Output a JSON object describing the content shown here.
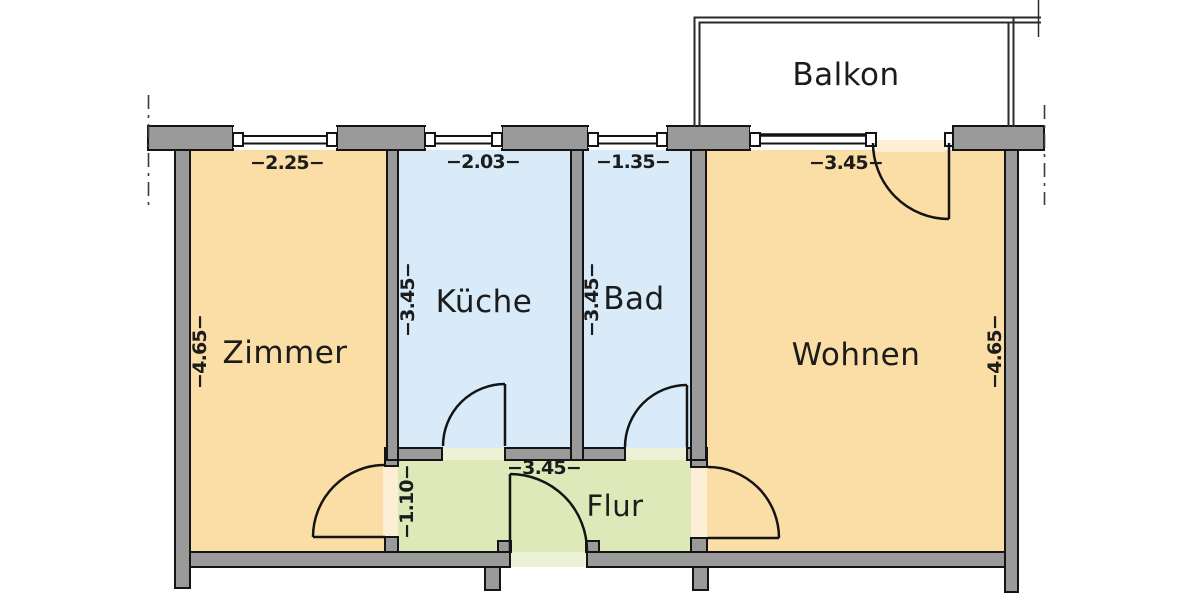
{
  "plan": {
    "type": "apartment-floorplan",
    "rooms": {
      "zimmer": {
        "label": "Zimmer",
        "width_dim": "−2.25−",
        "height_dim": "−4.65−"
      },
      "kueche": {
        "label": "Küche",
        "width_dim": "−2.03−",
        "height_dim": "−3.45−"
      },
      "bad": {
        "label": "Bad",
        "width_dim": "−1.35−",
        "height_dim": "−3.45−"
      },
      "wohnen": {
        "label": "Wohnen",
        "width_dim": "−3.45−",
        "height_dim": "−4.65−"
      },
      "flur": {
        "label": "Flur",
        "width_dim": "−3.45−",
        "height_dim": "−1.10−"
      },
      "balkon": {
        "label": "Balkon"
      }
    },
    "colors": {
      "room_orange": "#fbdda6",
      "room_blue": "#d9ebf8",
      "room_green": "#dde9b8",
      "light_orange": "#fdefd6",
      "light_green": "#edf2d7",
      "wall": "#9a9a9a",
      "line": "#141414",
      "railing": "#2a2a2a",
      "dash": "#3c3c3c",
      "text": "#1c1c1c"
    }
  }
}
